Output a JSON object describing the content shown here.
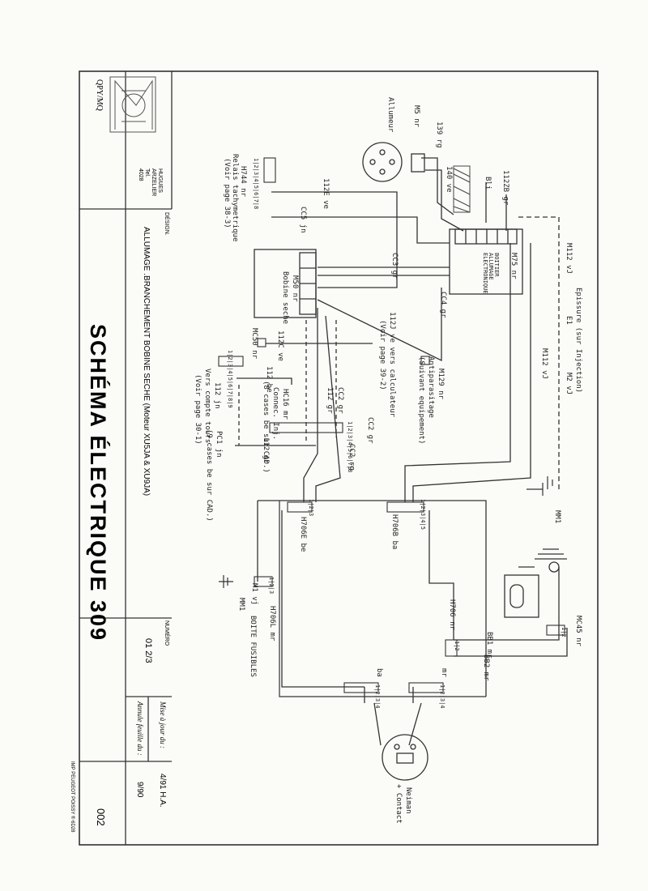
{
  "title_block": {
    "company_logo_text": "QPY/MQ",
    "company_name": [
      "HUGUES",
      "ARZELIER",
      "Tel.",
      "4028"
    ],
    "designation_label": "DÉSIGN.",
    "designation": "ALLUMAGE .BRANCHEMENT BOBINE SECHE (Moteur XU5JA & XU9JA)",
    "main_title": "SCHÉMA  ÉLECTRIQUE  309",
    "numero_label": "NUMÉRO",
    "numero": "01  2/3",
    "mise_a_jour": "Mise à jour du :",
    "mise_a_jour_value": "4/91  H.A.",
    "annule": "Annule feuille du :",
    "annule_value": "9/90",
    "sheet_number": "002",
    "imprint": "IMP PEUGEOT POISSY  ® 6D28"
  },
  "components": {
    "allumeur": "Allumeur",
    "boitier": [
      "BOITIER",
      "ALLUMAGE",
      "ELECTRONIQUE"
    ],
    "m75": "M75 nr",
    "bobine": [
      "M50 nr",
      "Bobine seche"
    ],
    "relais_tachy": [
      "H744 nr",
      "Relais tachymetrique",
      "(Voir page 38-3)"
    ],
    "antiparasitage": [
      "M129 nr",
      "Antiparasitage",
      "(Suivant equipement)"
    ],
    "mc50": "MC50 nr",
    "hc16": [
      "HC16 mr",
      "Connec. Inj.",
      "(8 cases be sur CAD.)"
    ],
    "pc1": [
      "PC1 jn",
      "(9 cases be sur CAD.)"
    ],
    "vers_compte_tours": [
      "112 jn",
      "Vers compte tours",
      "(Voir page 30-1)"
    ],
    "calculateur": [
      "112J ve vers calculateur",
      "(Voir page 39-2)"
    ],
    "epissure": [
      "Epissure (sur Injection)",
      "E1"
    ],
    "h706b": "H706B ba",
    "h706e": "H706E be",
    "h706": "H706 nr",
    "h706l": "H706L mr",
    "boite_fusibles": "BOITE FUSIBLES",
    "m1": "M1 vj",
    "mm1": "MM1",
    "mm1b": "MM1",
    "mc45": "MC45 nr",
    "neiman": [
      "Neiman",
      "+ Contact"
    ]
  },
  "wire_labels": {
    "w139": "139 rg",
    "w140": "140 ve",
    "w5": "M5 nr",
    "w112zb": "112ZB gr",
    "bi": "Bli",
    "w112e": "112E ve",
    "cc5": "CC5 jn",
    "cc3": "CC3 gr",
    "cc4": "CC4 gr",
    "m112vj_a": "M112 vJ",
    "m112vj_b": "M112 vJ",
    "m2": "M2 vJ",
    "w112c": "112C ve",
    "w112be": "112 be",
    "w112gr": "112 gr",
    "cc2": "CC2 gr",
    "cc2b": "CC2 gr",
    "cc2rg": "CC2 rg",
    "w112gr2": "112 gr",
    "bb1": "BB1 mr",
    "bb2": "BB2 mr",
    "ba": "ba",
    "mr": "mr"
  },
  "connectors": {
    "h744_pins": "1|2|3|4|5|6|7|8",
    "pc1_pins": "1|2|3|4|5|6|7|8|9",
    "hc16_pins": "1|2|3|4|5|6|7|8",
    "h706b_pins": "1|2|3|4|5",
    "h706e_pins": "1|2|3",
    "h706l_pins": "1|2|3",
    "bf_left_pins": "1|2|3|4",
    "bf_right_pins": "1|2|3|4",
    "mc45_pins": "1|2",
    "h706_pins": "1|2"
  }
}
